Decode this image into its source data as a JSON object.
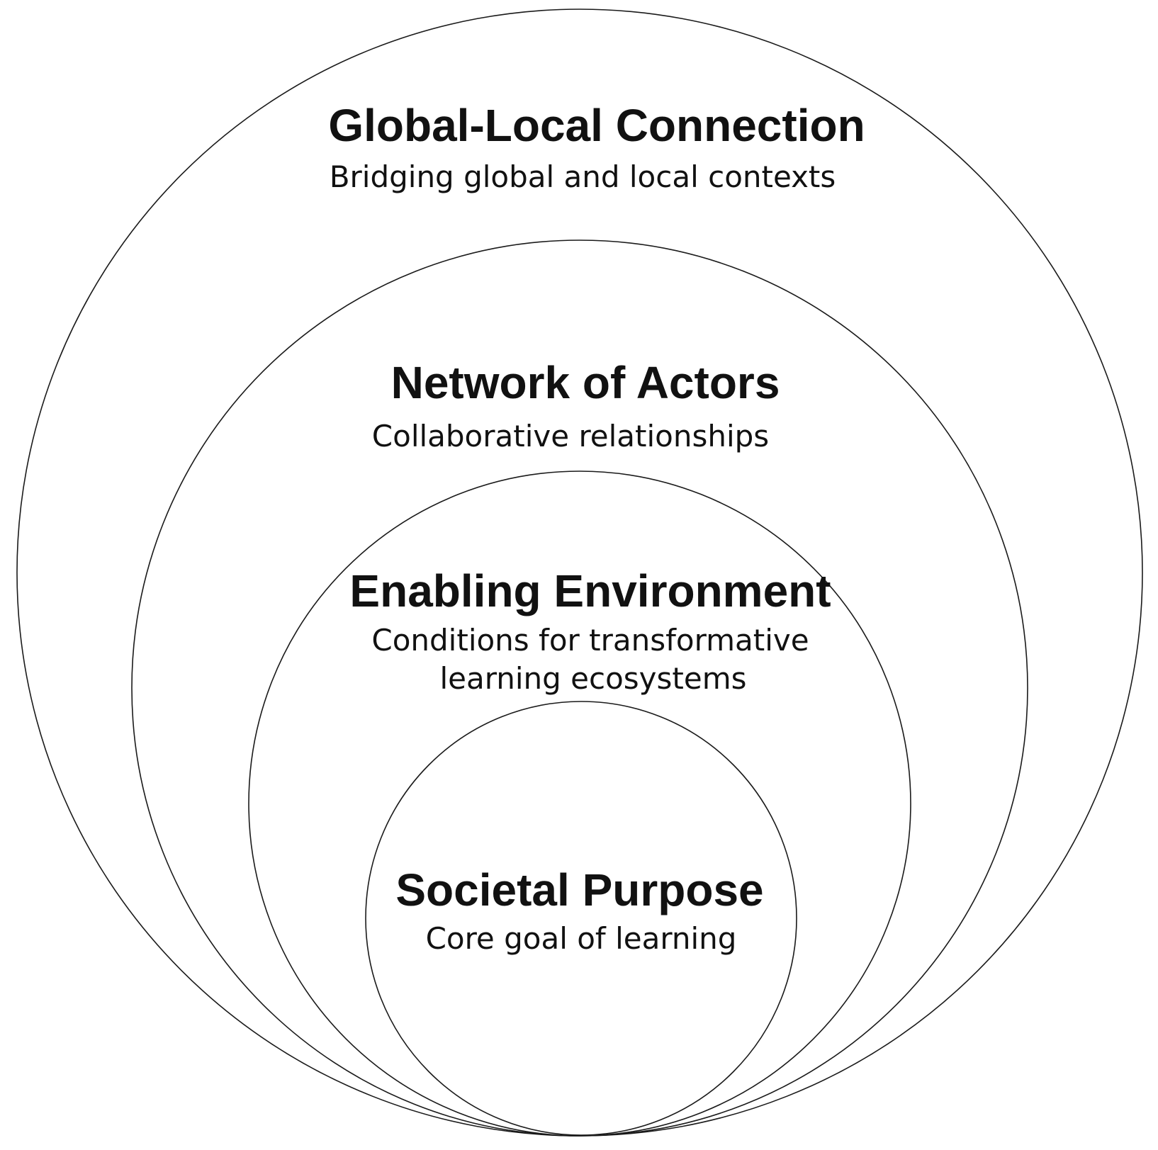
{
  "layers": [
    {
      "title": "Global-Local Connection",
      "description": [
        "Bridging global and local contexts"
      ]
    },
    {
      "title": "Network of Actors",
      "description": [
        "Collaborative relationships"
      ]
    },
    {
      "title": "Enabling Environment",
      "description": [
        "Conditions for transformative",
        "learning ecosystems"
      ]
    },
    {
      "title": "Societal Purpose",
      "description": [
        "Core goal of learning"
      ]
    }
  ]
}
